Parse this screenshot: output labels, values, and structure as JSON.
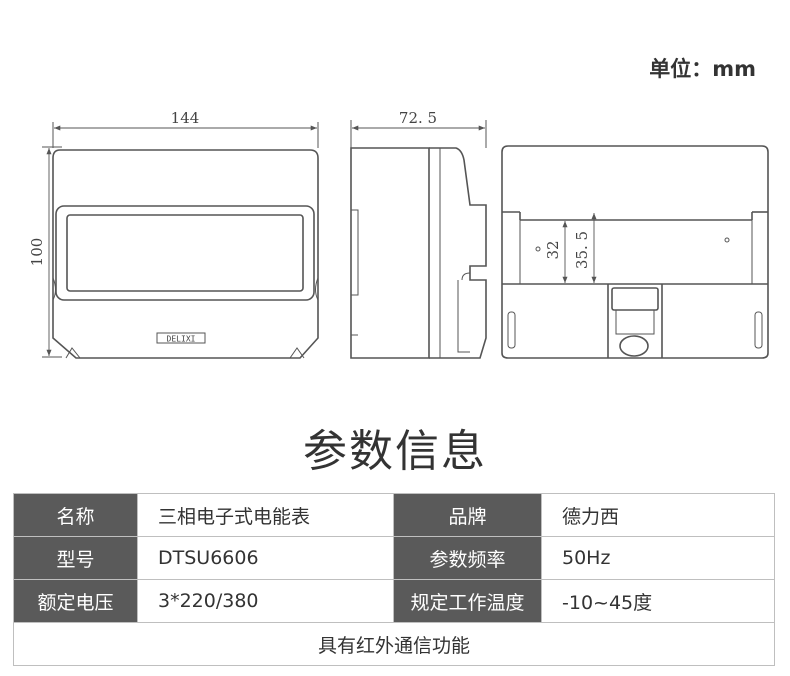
{
  "unit_label": "单位：mm",
  "dimensions": {
    "width": "144",
    "depth": "72. 5",
    "height": "100",
    "rail_height": "32",
    "rail_offset": "35. 5"
  },
  "device_brand_mark": "DELIXI",
  "section_title": "参数信息",
  "table": {
    "rows": [
      {
        "label1": "名称",
        "value1": "三相电子式电能表",
        "label2": "品牌",
        "value2": "德力西"
      },
      {
        "label1": "型号",
        "value1": "DTSU6606",
        "label2": "参数频率",
        "value2": "50Hz"
      },
      {
        "label1": "额定电压",
        "value1": "3*220/380",
        "label2": "规定工作温度",
        "value2": "-10~45度"
      }
    ],
    "footer": "具有红外通信功能"
  },
  "colors": {
    "label_bg": "#5a5a5a",
    "line": "#555555",
    "text": "#333333"
  }
}
